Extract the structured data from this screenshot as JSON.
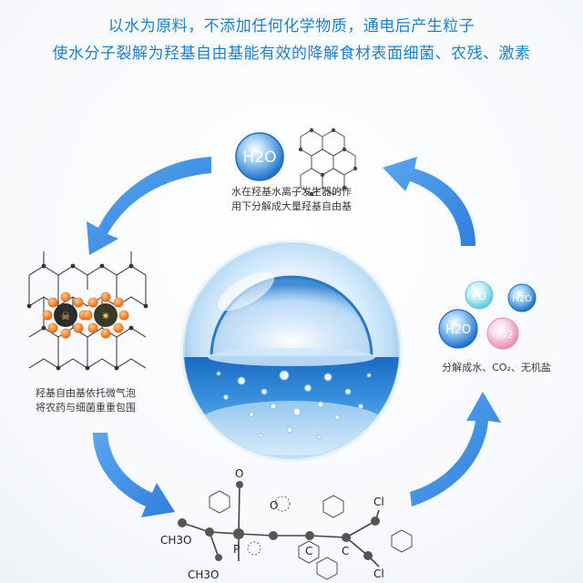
{
  "headline": {
    "line1": "以水为原料，不添加任何化学物质，通电后产生粒子",
    "line2": "使水分子裂解为羟基自由基能有效的降解食材表面细菌、农残、激素"
  },
  "top_panel": {
    "molecule": "H2O",
    "caption_line1": "水在羟基水离子发生器的作",
    "caption_line2": "用下分解成大量羟基自由基"
  },
  "left_panel": {
    "caption_line1": "羟基自由基依托微气泡",
    "caption_line2": "将农药与细菌重重包围"
  },
  "right_panel": {
    "bubbles": [
      "PO",
      "H2O",
      "H2O",
      "CO2"
    ],
    "caption": "分解成水、CO₂、无机盐"
  },
  "bottom_panel": {
    "labels": [
      "O",
      "O",
      "Cl",
      "Cl",
      "CH3O",
      "CH3O",
      "P",
      "C",
      "C"
    ]
  },
  "colors": {
    "headline": "#1f7fc9",
    "arrow": "#3d8fe6",
    "bubble_blue": "#2d7fd6",
    "bubble_cyan": "#7fd3e6",
    "bubble_pink": "#f2a7c8",
    "toxin_orange": "#f07a1a"
  }
}
